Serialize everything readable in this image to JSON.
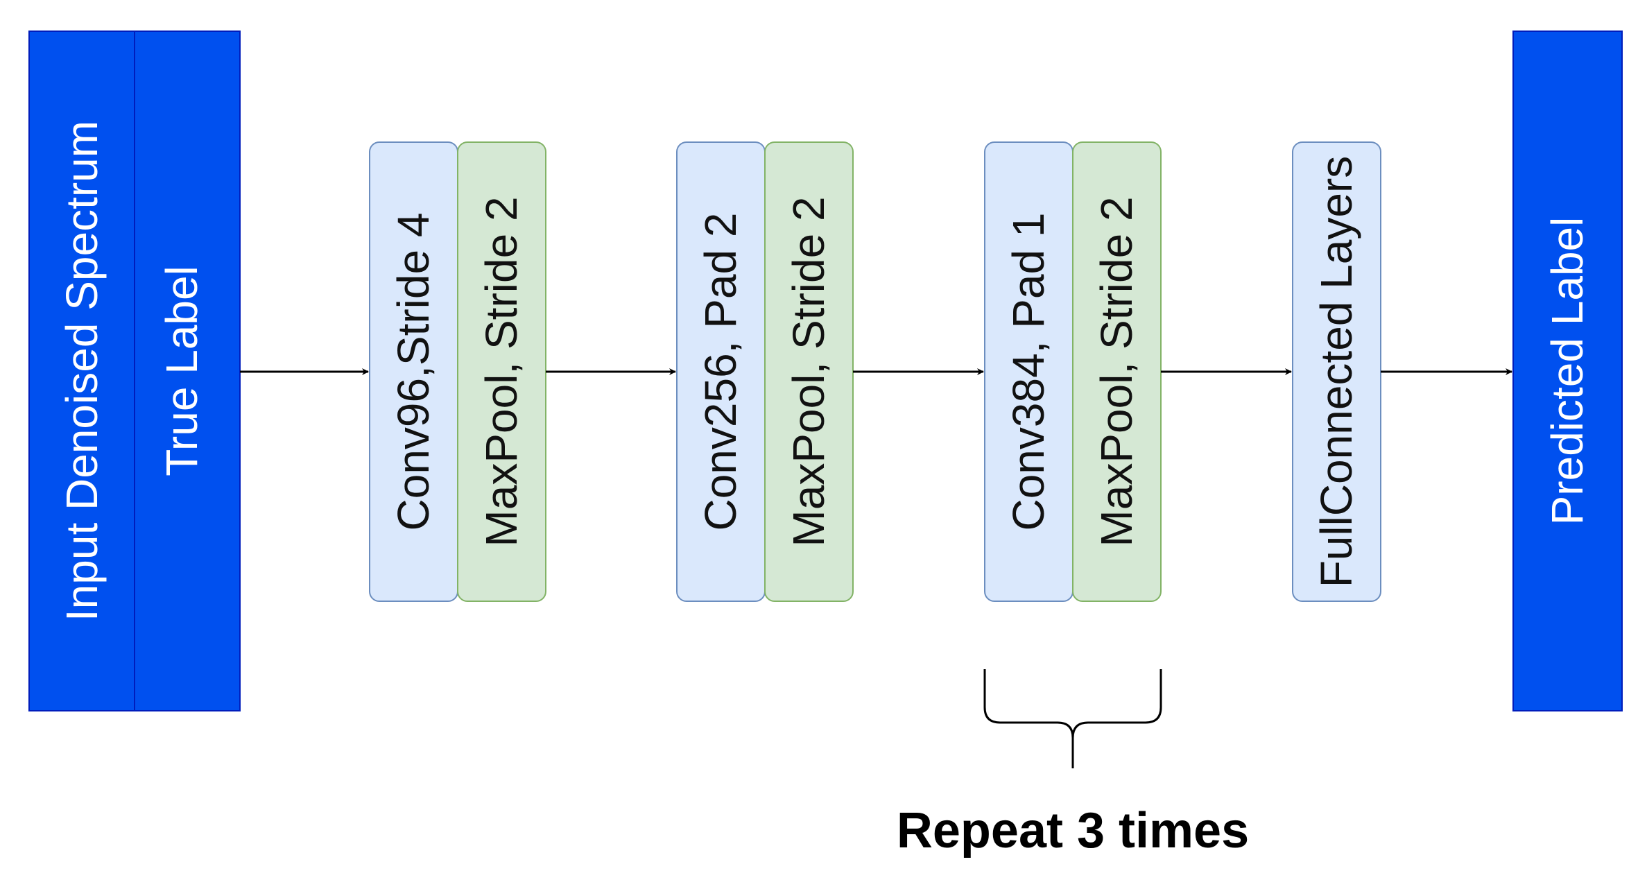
{
  "colors": {
    "io_fill": "#0050ef",
    "io_stroke": "#001dbc",
    "conv_fill": "#dae8fc",
    "conv_stroke": "#6c8ebf",
    "pool_fill": "#d5e8d4",
    "pool_stroke": "#82b366",
    "fc_fill": "#dae8fc",
    "fc_stroke": "#6c8ebf",
    "arrow": "#000000"
  },
  "input": {
    "spectrum_label": "Input Denoised Spectrum",
    "true_label": "True Label"
  },
  "stage1": {
    "conv_label": "Conv96,Stride 4",
    "pool_label": "MaxPool, Stride 2"
  },
  "stage2": {
    "conv_label": "Conv256,  Pad 2",
    "pool_label": "MaxPool, Stride 2"
  },
  "stage3": {
    "conv_label": "Conv384,  Pad 1",
    "pool_label": "MaxPool, Stride 2"
  },
  "fc": {
    "label": "FullConnected Layers"
  },
  "output": {
    "label": "Predicted Label"
  },
  "repeat": {
    "label": "Repeat 3 times"
  }
}
